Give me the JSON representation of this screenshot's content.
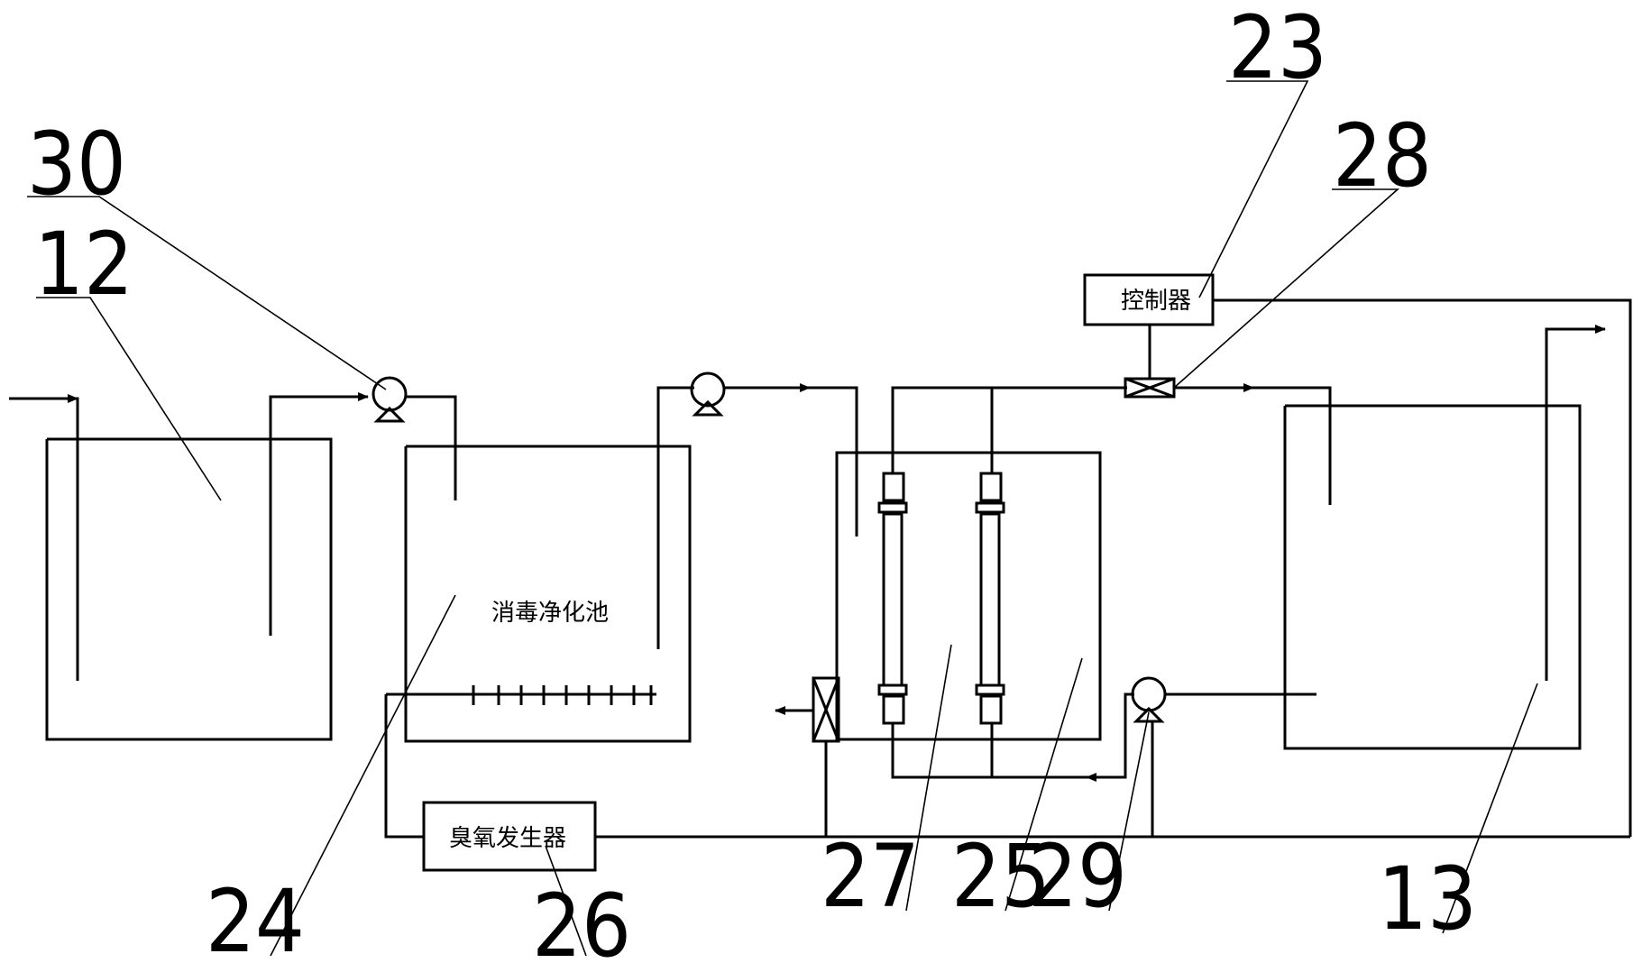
{
  "diagram": {
    "labels": {
      "controller": "控制器",
      "disinfection_tank": "消毒净化池",
      "ozone_generator": "臭氧发生器"
    },
    "callouts": [
      "30",
      "12",
      "23",
      "28",
      "24",
      "26",
      "27",
      "25",
      "29",
      "13"
    ]
  }
}
